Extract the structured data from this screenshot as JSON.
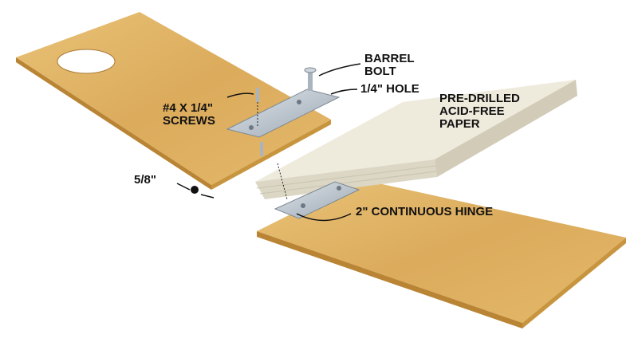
{
  "labels": {
    "barrel_bolt_1": "BARREL",
    "barrel_bolt_2": "BOLT",
    "hole": "1/4\" HOLE",
    "screws_1": "#4 X 1/4\"",
    "screws_2": "SCREWS",
    "paper_1": "PRE-DRILLED",
    "paper_2": "ACID-FREE",
    "paper_3": "PAPER",
    "offset": "5/8\"",
    "hinge": "2\" CONTINUOUS HINGE"
  },
  "colors": {
    "wood": "#e0b363",
    "wood_edge": "#b98434",
    "paper": "#e6e2d3",
    "metal": "#b8c2cc"
  }
}
